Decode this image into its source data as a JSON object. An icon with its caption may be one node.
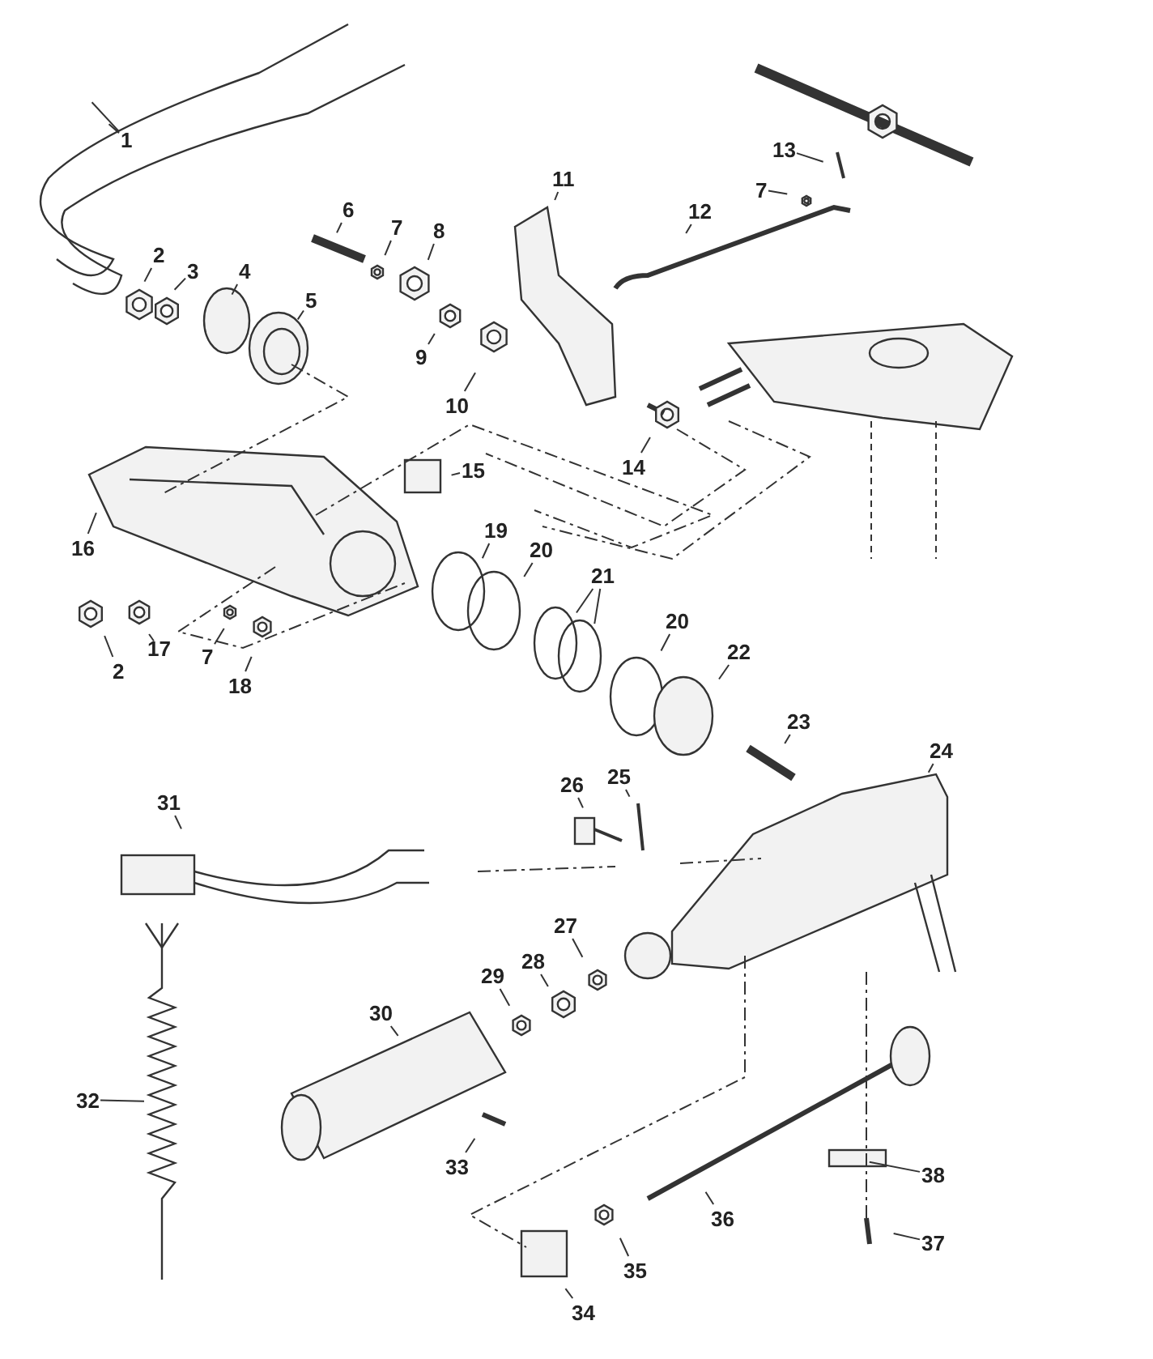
{
  "diagram": {
    "nodes": [
      {
        "text": [
          "1"
        ]
      },
      {
        "text": [
          "2"
        ]
      },
      {
        "text": [
          "3"
        ]
      },
      {
        "text": [
          "4"
        ]
      },
      {
        "text": [
          "5"
        ]
      },
      {
        "text": [
          "6"
        ]
      },
      {
        "text": [
          "7"
        ]
      },
      {
        "text": [
          "8"
        ]
      },
      {
        "text": [
          "9"
        ]
      },
      {
        "text": [
          "10"
        ]
      },
      {
        "text": [
          "11"
        ]
      },
      {
        "text": [
          "12"
        ]
      },
      {
        "text": [
          "13"
        ]
      },
      {
        "text": [
          "7"
        ]
      },
      {
        "text": [
          "14"
        ]
      },
      {
        "text": [
          "15"
        ]
      },
      {
        "text": [
          "16"
        ]
      },
      {
        "text": [
          "19"
        ]
      },
      {
        "text": [
          "20"
        ]
      },
      {
        "text": [
          "21"
        ]
      },
      {
        "text": [
          "2"
        ]
      },
      {
        "text": [
          "17"
        ]
      },
      {
        "text": [
          "7"
        ]
      },
      {
        "text": [
          "18"
        ]
      },
      {
        "text": [
          "20"
        ]
      },
      {
        "text": [
          "22"
        ]
      },
      {
        "text": [
          "23"
        ]
      },
      {
        "text": [
          "24"
        ]
      },
      {
        "text": [
          "26"
        ]
      },
      {
        "text": [
          "25"
        ]
      },
      {
        "text": [
          "31"
        ]
      },
      {
        "text": [
          "27"
        ]
      },
      {
        "text": [
          "28"
        ]
      },
      {
        "text": [
          "29"
        ]
      },
      {
        "text": [
          "30"
        ]
      },
      {
        "text": [
          "32"
        ]
      },
      {
        "text": [
          "33"
        ]
      },
      {
        "text": [
          "38"
        ]
      },
      {
        "text": [
          "36"
        ]
      },
      {
        "text": [
          "35"
        ]
      },
      {
        "text": [
          "37"
        ]
      },
      {
        "text": [
          "34"
        ]
      }
    ],
    "edges": [
      {
        "from": 0,
        "to": null,
        "arrow": "none"
      },
      {
        "from": 0,
        "to": null,
        "arrow": "none"
      },
      {
        "from": 1,
        "to": null,
        "arrow": "none"
      },
      {
        "from": 2,
        "to": null,
        "arrow": "none"
      },
      {
        "from": 3,
        "to": null,
        "arrow": "none"
      },
      {
        "from": 4,
        "to": null,
        "arrow": "none"
      },
      {
        "from": 5,
        "to": null,
        "arrow": "none"
      },
      {
        "from": 6,
        "to": null,
        "arrow": "none"
      },
      {
        "from": 7,
        "to": null,
        "arrow": "none"
      },
      {
        "from": 8,
        "to": null,
        "arrow": "none"
      },
      {
        "from": 9,
        "to": null,
        "arrow": "none"
      },
      {
        "from": 10,
        "to": null,
        "arrow": "none"
      },
      {
        "from": 11,
        "to": null,
        "arrow": "none"
      },
      {
        "from": 12,
        "to": null,
        "arrow": "none"
      },
      {
        "from": 13,
        "to": null,
        "arrow": "none"
      },
      {
        "from": 14,
        "to": null,
        "arrow": "none"
      },
      {
        "from": 15,
        "to": null,
        "arrow": "none"
      },
      {
        "from": 16,
        "to": null,
        "arrow": "none"
      },
      {
        "from": 17,
        "to": null,
        "arrow": "none"
      },
      {
        "from": 18,
        "to": null,
        "arrow": "none"
      },
      {
        "from": 19,
        "to": null,
        "arrow": "none"
      },
      {
        "from": 19,
        "to": null,
        "arrow": "none"
      },
      {
        "from": 20,
        "to": null,
        "arrow": "none"
      },
      {
        "from": 21,
        "to": null,
        "arrow": "none"
      },
      {
        "from": 22,
        "to": null,
        "arrow": "none"
      },
      {
        "from": 23,
        "to": null,
        "arrow": "none"
      },
      {
        "from": 24,
        "to": null,
        "arrow": "none"
      },
      {
        "from": 25,
        "to": null,
        "arrow": "none"
      },
      {
        "from": 26,
        "to": null,
        "arrow": "none"
      },
      {
        "from": 27,
        "to": null,
        "arrow": "none"
      },
      {
        "from": 28,
        "to": null,
        "arrow": "none"
      },
      {
        "from": 29,
        "to": null,
        "arrow": "none"
      },
      {
        "from": 30,
        "to": null,
        "arrow": "none"
      },
      {
        "from": 31,
        "to": null,
        "arrow": "none"
      },
      {
        "from": 32,
        "to": null,
        "arrow": "none"
      },
      {
        "from": 33,
        "to": null,
        "arrow": "none"
      },
      {
        "from": 34,
        "to": null,
        "arrow": "none"
      },
      {
        "from": 35,
        "to": null,
        "arrow": "none"
      },
      {
        "from": 36,
        "to": null,
        "arrow": "none"
      },
      {
        "from": 37,
        "to": null,
        "arrow": "none"
      },
      {
        "from": 38,
        "to": null,
        "arrow": "none"
      },
      {
        "from": 39,
        "to": null,
        "arrow": "none"
      },
      {
        "from": 40,
        "to": null,
        "arrow": "none"
      },
      {
        "from": 41,
        "to": null,
        "arrow": "none"
      }
    ]
  }
}
